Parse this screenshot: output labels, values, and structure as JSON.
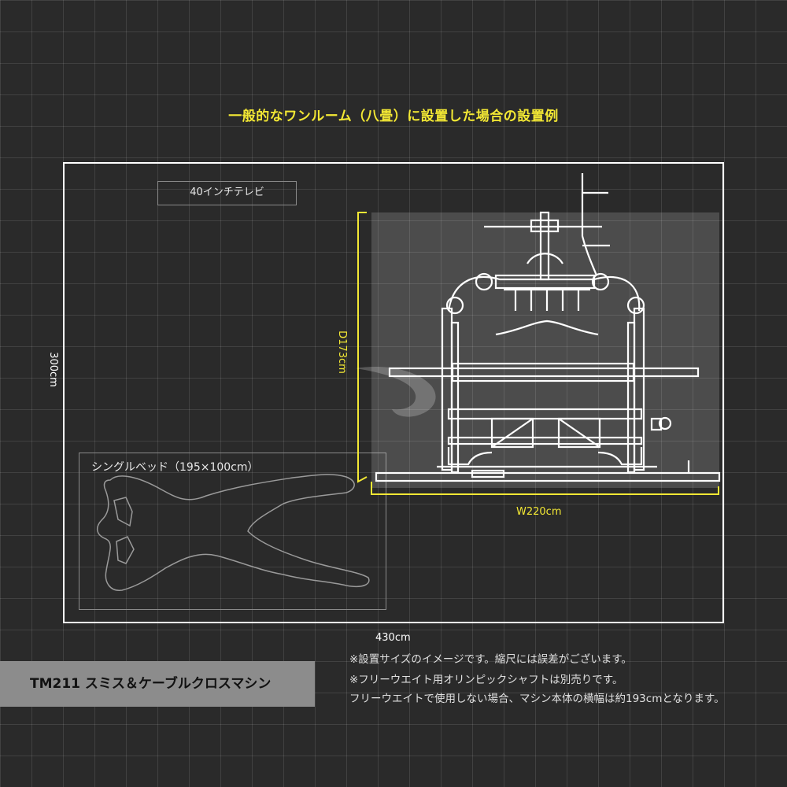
{
  "title": "一般的なワンルーム（八畳）に設置した場合の設置例",
  "room": {
    "tv_label": "40インチテレビ",
    "bed_label": "シングルベッド（195×100cm）",
    "height_label": "300cm",
    "width_label": "430cm"
  },
  "machine": {
    "depth_label": "D173cm",
    "width_label": "W220cm"
  },
  "product_name": "TM211 スミス＆ケーブルクロスマシン",
  "notes": [
    "※設置サイズのイメージです。縮尺には誤差がございます。",
    "※フリーウエイト用オリンピックシャフトは別売りです。",
    "フリーウエイトで使用しない場合、マシン本体の横幅は約193cmとなります。"
  ],
  "colors": {
    "accent": "#f3e834",
    "background": "#2a2a2a",
    "line": "#ffffff"
  }
}
